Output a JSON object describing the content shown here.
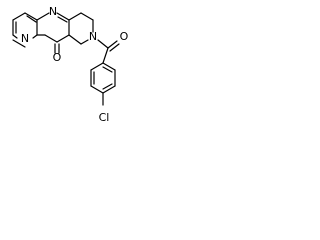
{
  "molecule": {
    "atom_labels": {
      "nitrogen_top": "N",
      "nitrogen_left": "N",
      "nitrogen_right": "N",
      "oxygen_carbonyl_ring": "O",
      "oxygen_benzoyl": "O",
      "chlorine": "Cl"
    }
  }
}
